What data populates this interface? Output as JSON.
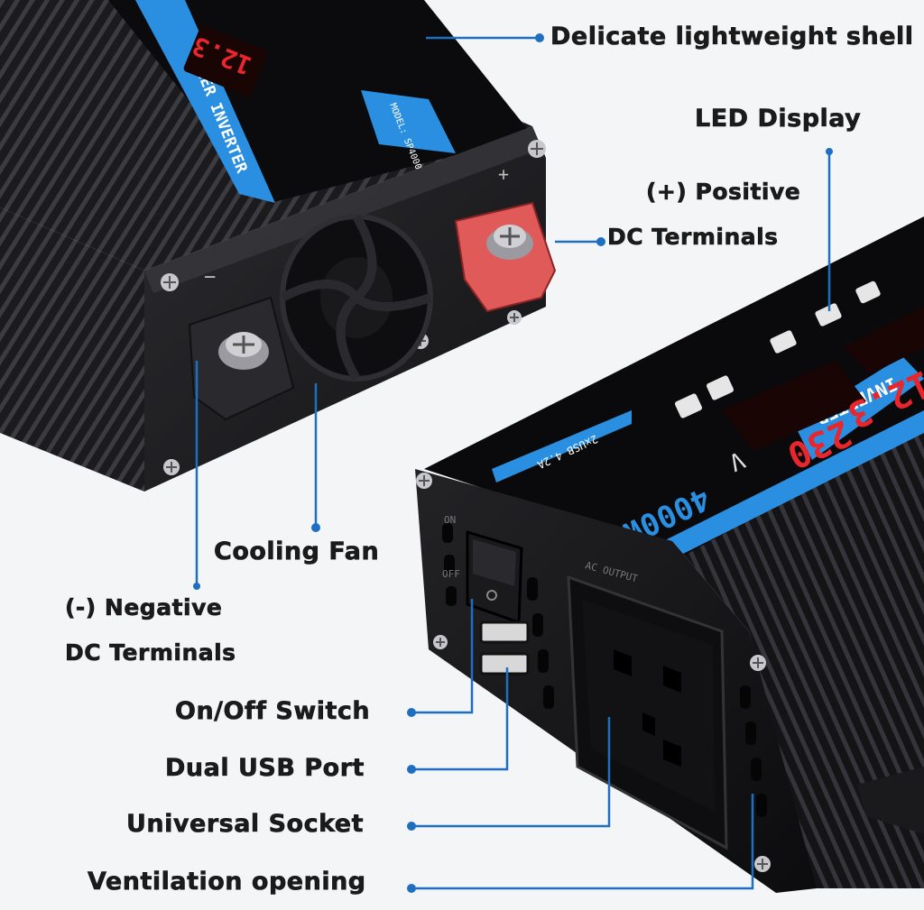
{
  "labels": {
    "shell": "Delicate lightweight shell",
    "led_display": "LED Display",
    "positive_line1": "(+) Positive",
    "positive_line2": "DC Terminals",
    "cooling_fan": "Cooling Fan",
    "negative_line1": "(-) Negative",
    "negative_line2": "DC Terminals",
    "switch": "On/Off Switch",
    "usb": "Dual USB Port",
    "socket": "Universal Socket",
    "ventilation": "Ventilation opening"
  },
  "product": {
    "brand_banner_back": "POWER INVERTER",
    "model_back": "MODEL: SP4000",
    "brand_banner_front": "INVERTER",
    "wattage": "4000W",
    "display_voltage_in": "12.3",
    "display_voltage_out": "230",
    "display_unit": "V",
    "usb_spec": "2xUSB 4.2A",
    "panel_on": "ON",
    "panel_off": "OFF",
    "panel_output": "AC OUTPUT",
    "terminal_plus": "+",
    "terminal_minus": "−"
  },
  "colors": {
    "accent": "#2a8fe0",
    "leader": "#1f6fc0",
    "led_red": "#e8262b",
    "body_black": "#1a1a1c",
    "terminal_red": "#e05a5a"
  }
}
